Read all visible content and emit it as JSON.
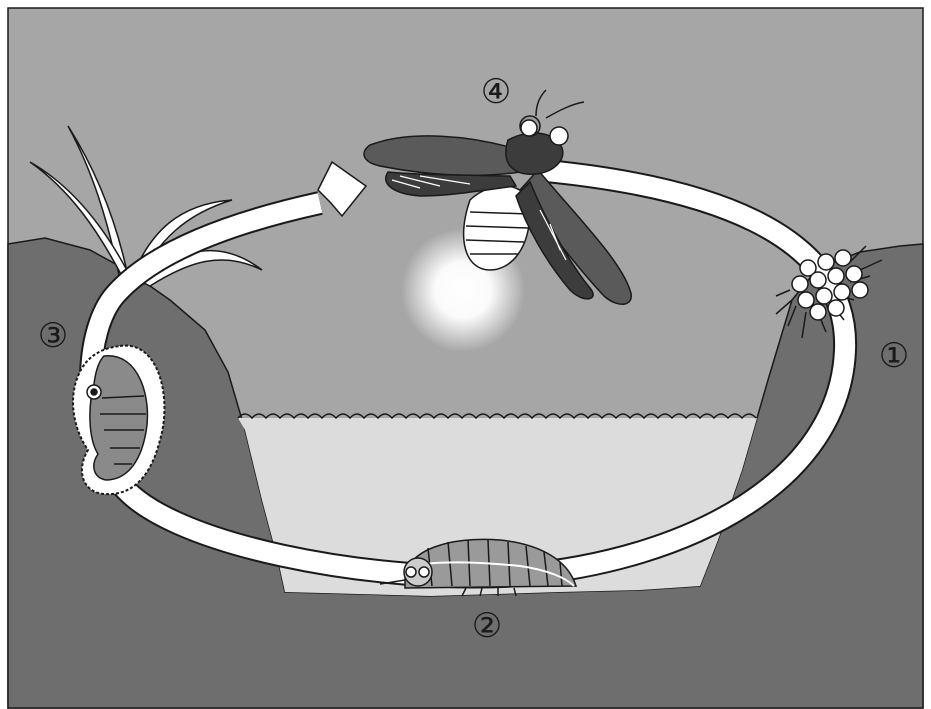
{
  "diagram": {
    "stages": [
      {
        "id": "egg",
        "label": "①"
      },
      {
        "id": "larva",
        "label": "②"
      },
      {
        "id": "pupa",
        "label": "③"
      },
      {
        "id": "adult",
        "label": "④"
      }
    ],
    "colors": {
      "sky": "#a6a6a6",
      "ground": "#6e6e6e",
      "water": "#dcdcdc",
      "cycle_arrow": "#ffffff",
      "outline": "#1a1a1a",
      "wing": "#5a5a5a",
      "body_dark": "#3c3c3c",
      "glow": "#ffffff"
    }
  }
}
